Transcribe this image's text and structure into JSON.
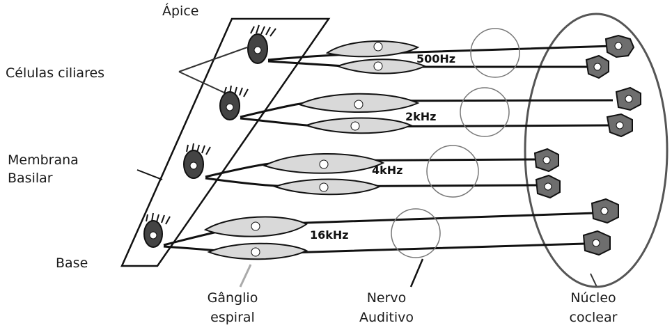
{
  "labels": {
    "apex": "Ápice",
    "hair_cells": "Células ciliares",
    "basilar_membrane_1": "Membrana",
    "basilar_membrane_2": "Basilar",
    "base": "Base",
    "spiral_ganglion_1": "Gânglio",
    "spiral_ganglion_2": "espiral",
    "auditory_nerve_1": "Nervo",
    "auditory_nerve_2": "Auditivo",
    "cochlear_nucleus_1": "Núcleo",
    "cochlear_nucleus_2": "coclear"
  },
  "frequencies": [
    "500Hz",
    "2kHz",
    "4kHz",
    "16kHz"
  ],
  "colors": {
    "ink": "#111111",
    "ganglion_fill": "#d9d9d9",
    "nucleus_fill": "#6e6e6e",
    "circle_stroke": "#777777",
    "ellipse_stroke": "#555555"
  }
}
